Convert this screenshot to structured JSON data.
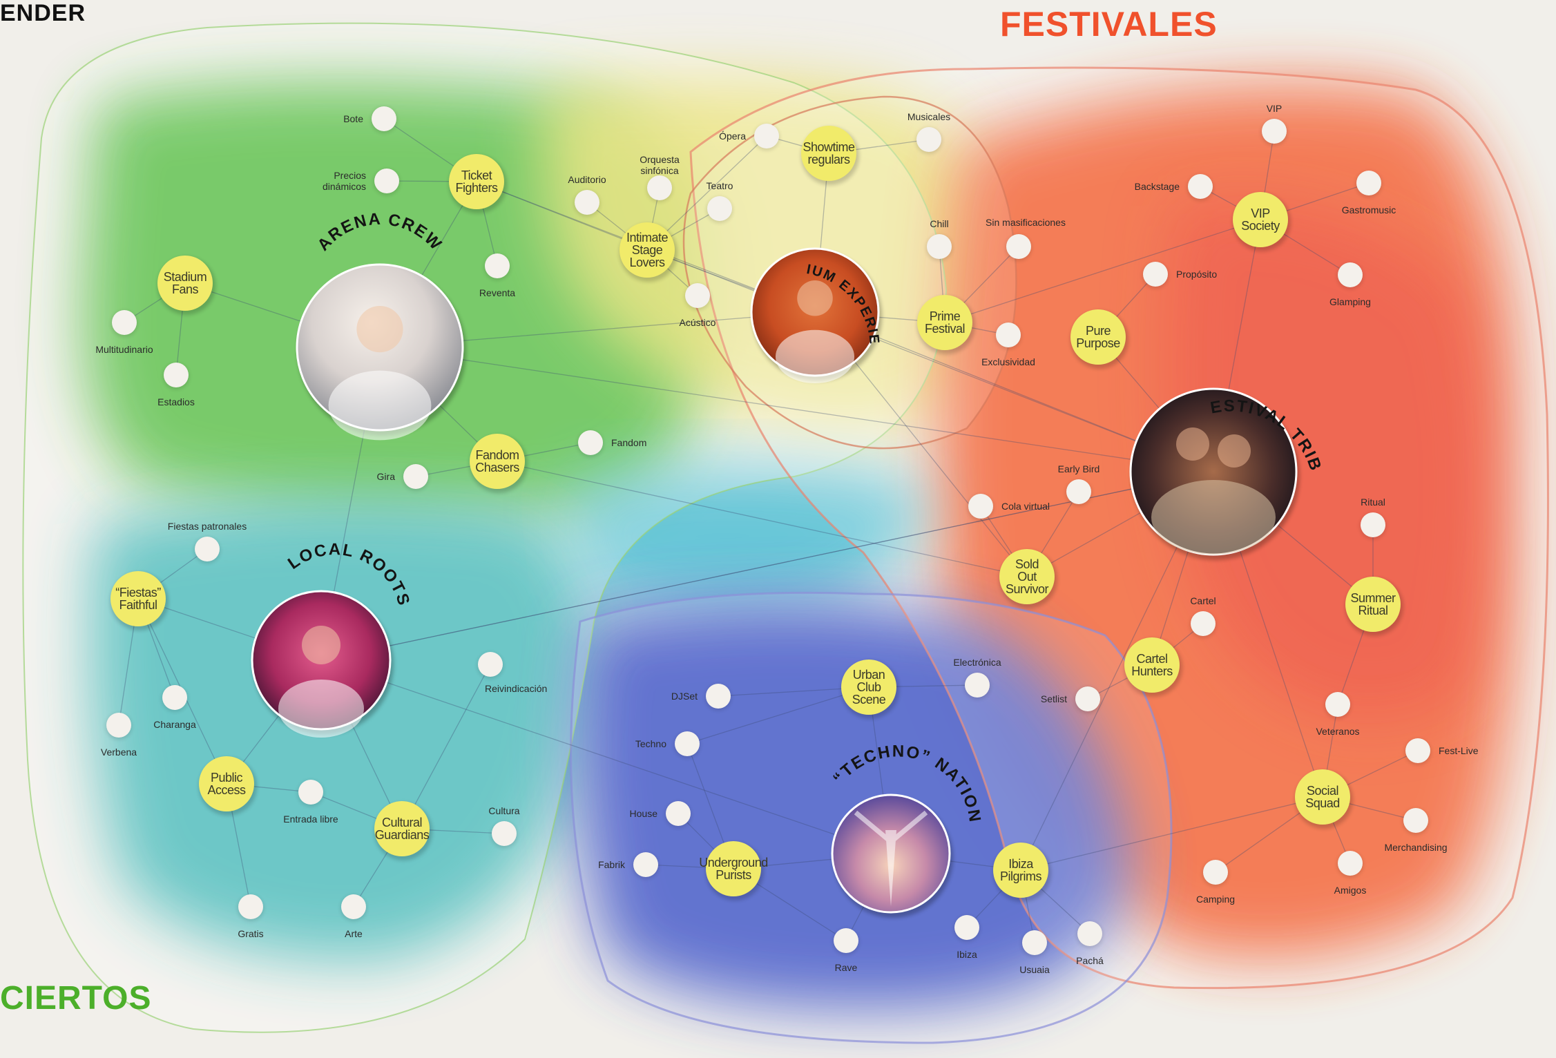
{
  "headings": {
    "top_left": "ENDER",
    "festivales": "FESTIVALES",
    "conciertos": "CIERTOS"
  },
  "colors": {
    "green": "#3fb52c",
    "yellow_zone": "#e7dd5e",
    "teal": "#2fb1b0",
    "blue": "#3f55c7",
    "orange": "#f35a2a",
    "red": "#e8302c",
    "node_fill": "#f1eb6a",
    "small_node": "#f4f1ec",
    "festivales_text": "#f0512c",
    "conciertos_text": "#4caf2a"
  },
  "personas": [
    {
      "id": "arena",
      "label": "ARENA CREW",
      "photo_icon": "person-portrait-icon"
    },
    {
      "id": "premium",
      "label": "PREMIUM EXPERIENCES",
      "photo_icon": "person-portrait-icon"
    },
    {
      "id": "tribe",
      "label": "FESTIVAL TRIBE",
      "photo_icon": "couple-portrait-icon"
    },
    {
      "id": "local",
      "label": "LOCAL ROOTS",
      "photo_icon": "person-portrait-icon"
    },
    {
      "id": "techno",
      "label": "“TECHNO” NATION",
      "photo_icon": "dancer-portrait-icon"
    }
  ],
  "segments": [
    {
      "id": "ticket",
      "label": "Ticket Fighters"
    },
    {
      "id": "stadium",
      "label": "Stadium Fans"
    },
    {
      "id": "fandom",
      "label": "Fandom Chasers"
    },
    {
      "id": "intimate",
      "label": "Intimate Stage Lovers"
    },
    {
      "id": "showtime",
      "label": "Showtime regulars"
    },
    {
      "id": "prime",
      "label": "Prime Festival"
    },
    {
      "id": "vip",
      "label": "VIP Society"
    },
    {
      "id": "pure",
      "label": "Pure Purpose"
    },
    {
      "id": "soldout",
      "label": "Sold Out Survivor"
    },
    {
      "id": "summer",
      "label": "Summer Ritual"
    },
    {
      "id": "cartel",
      "label": "Cartel Hunters"
    },
    {
      "id": "social",
      "label": "Social Squad"
    },
    {
      "id": "urban",
      "label": "Urban Club Scene"
    },
    {
      "id": "under",
      "label": "Underground Purists"
    },
    {
      "id": "ibiza",
      "label": "Ibiza Pilgrims"
    },
    {
      "id": "fiestas",
      "label": "“Fiestas” Faithful"
    },
    {
      "id": "public",
      "label": "Public Access"
    },
    {
      "id": "cultural",
      "label": "Cultural Guardians"
    }
  ],
  "attributes": [
    {
      "id": "bote",
      "label": "Bote"
    },
    {
      "id": "precios",
      "label": "Precios dinámicos"
    },
    {
      "id": "reventa",
      "label": "Reventa"
    },
    {
      "id": "multitud",
      "label": "Multitudinario"
    },
    {
      "id": "estadios",
      "label": "Estadios"
    },
    {
      "id": "gira",
      "label": "Gira"
    },
    {
      "id": "fandom_a",
      "label": "Fandom"
    },
    {
      "id": "auditorio",
      "label": "Auditorio"
    },
    {
      "id": "orquesta",
      "label": "Orquesta sinfónica"
    },
    {
      "id": "opera",
      "label": "Ópera"
    },
    {
      "id": "teatro",
      "label": "Teatro"
    },
    {
      "id": "acustico",
      "label": "Acústico"
    },
    {
      "id": "musicales",
      "label": "Musicales"
    },
    {
      "id": "chill",
      "label": "Chill"
    },
    {
      "id": "sinmasif",
      "label": "Sin masificaciones"
    },
    {
      "id": "exclus",
      "label": "Exclusividad"
    },
    {
      "id": "vip_a",
      "label": "VIP"
    },
    {
      "id": "backstage",
      "label": "Backstage"
    },
    {
      "id": "gastro",
      "label": "Gastromusic"
    },
    {
      "id": "glamping",
      "label": "Glamping"
    },
    {
      "id": "proposito",
      "label": "Propósito"
    },
    {
      "id": "earlybird",
      "label": "Early Bird"
    },
    {
      "id": "colavirtual",
      "label": "Cola virtual"
    },
    {
      "id": "ritual",
      "label": "Ritual"
    },
    {
      "id": "cartel_a",
      "label": "Cartel"
    },
    {
      "id": "setlist",
      "label": "Setlist"
    },
    {
      "id": "electronica",
      "label": "Electrónica"
    },
    {
      "id": "veteranos",
      "label": "Veteranos"
    },
    {
      "id": "festlive",
      "label": "Fest-Live"
    },
    {
      "id": "merch",
      "label": "Merchandising"
    },
    {
      "id": "camping",
      "label": "Camping"
    },
    {
      "id": "amigos",
      "label": "Amigos"
    },
    {
      "id": "fiestaspat",
      "label": "Fiestas patronales"
    },
    {
      "id": "charanga",
      "label": "Charanga"
    },
    {
      "id": "verbena",
      "label": "Verbena"
    },
    {
      "id": "entrada",
      "label": "Entrada libre"
    },
    {
      "id": "gratis",
      "label": "Gratis"
    },
    {
      "id": "arte",
      "label": "Arte"
    },
    {
      "id": "cultura",
      "label": "Cultura"
    },
    {
      "id": "reivind",
      "label": "Reivindicación"
    },
    {
      "id": "djset",
      "label": "DJSet"
    },
    {
      "id": "techno_a",
      "label": "Techno"
    },
    {
      "id": "house",
      "label": "House"
    },
    {
      "id": "fabrik",
      "label": "Fabrik"
    },
    {
      "id": "rave",
      "label": "Rave"
    },
    {
      "id": "ibiza_a",
      "label": "Ibiza"
    },
    {
      "id": "ushuaia",
      "label": "Usuaia"
    },
    {
      "id": "pacha",
      "label": "Pachá"
    }
  ]
}
